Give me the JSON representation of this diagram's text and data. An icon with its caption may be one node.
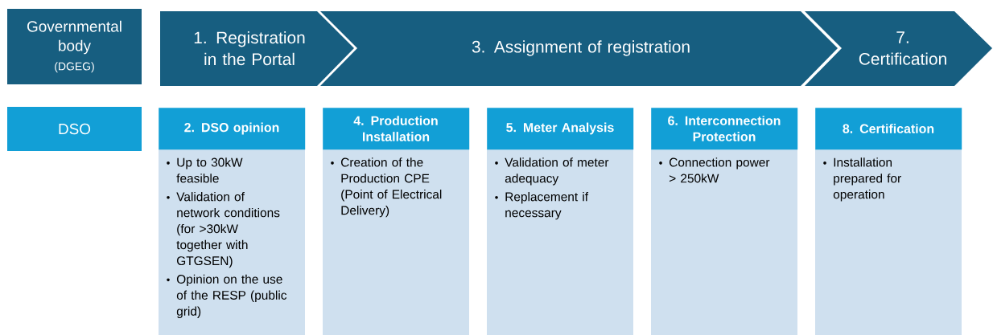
{
  "diagram": {
    "nodes": [
      {
        "text": [
          "Governmental body",
          "(DGEG)"
        ]
      },
      {
        "text": [
          "1. Registration in the Portal"
        ]
      },
      {
        "text": [
          "3. Assignment of registration"
        ]
      },
      {
        "text": [
          "7. Certification"
        ]
      },
      {
        "text": [
          "DSO"
        ]
      },
      {
        "text": [
          "2. DSO opinion",
          "Up to 30kW feasible",
          "Validation of network conditions (for >30kW together with GTGSEN)",
          "Opinion on the use of the RESP (public grid)"
        ]
      },
      {
        "text": [
          "4. Production Installation",
          "Creation of the Production CPE (Point of Electrical Delivery)"
        ]
      },
      {
        "text": [
          "5. Meter Analysis",
          "Validation of meter adequacy",
          "Replacement if necessary"
        ]
      },
      {
        "text": [
          "6. Interconnection Protection",
          "Connection power > 250kW"
        ]
      },
      {
        "text": [
          "8. Certification",
          "Installation prepared for operation"
        ]
      }
    ]
  }
}
